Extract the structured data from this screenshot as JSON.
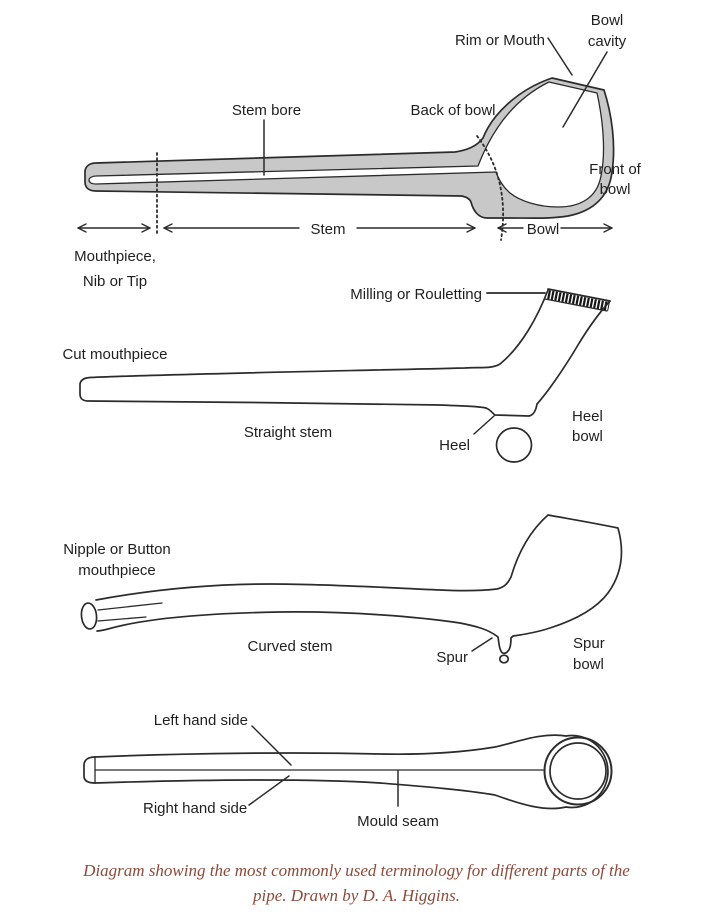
{
  "colors": {
    "pipe_fill": "#c8c8c8",
    "line": "#2b2b2b",
    "label_text": "#1f1f1f",
    "caption_text": "#8d4a3a",
    "bg": "#ffffff"
  },
  "figure1": {
    "name": "sectioned pipe terminology",
    "labels": {
      "bowl_cavity_1": "Bowl",
      "bowl_cavity_2": "cavity",
      "rim_or_mouth": "Rim or Mouth",
      "stem_bore": "Stem bore",
      "back_of_bowl": "Back of bowl",
      "front_of_bowl_1": "Front of",
      "front_of_bowl_2": "bowl",
      "stem_arrow": "Stem",
      "bowl_arrow": "Bowl",
      "mouthpiece_1": "Mouthpiece,",
      "mouthpiece_2": "Nib or Tip"
    }
  },
  "figure2": {
    "name": "heel bowl pipe terminology",
    "labels": {
      "milling": "Milling or Rouletting",
      "cut_mouthpiece": "Cut mouthpiece",
      "straight_stem": "Straight stem",
      "heel": "Heel",
      "heel_bowl_1": "Heel",
      "heel_bowl_2": "bowl"
    }
  },
  "figure3": {
    "name": "spur bowl pipe terminology",
    "labels": {
      "nipple_1": "Nipple or Button",
      "nipple_2": "mouthpiece",
      "curved_stem": "Curved stem",
      "spur": "Spur",
      "spur_bowl_1": "Spur",
      "spur_bowl_2": "bowl"
    }
  },
  "figure4": {
    "name": "plan view pipe terminology",
    "labels": {
      "left_hand_side": "Left hand side",
      "right_hand_side": "Right hand side",
      "mould_seam": "Mould seam"
    }
  },
  "caption": {
    "line1": "Diagram showing the most commonly used terminology for different parts of the",
    "line2": "pipe.  Drawn by D. A. Higgins."
  }
}
